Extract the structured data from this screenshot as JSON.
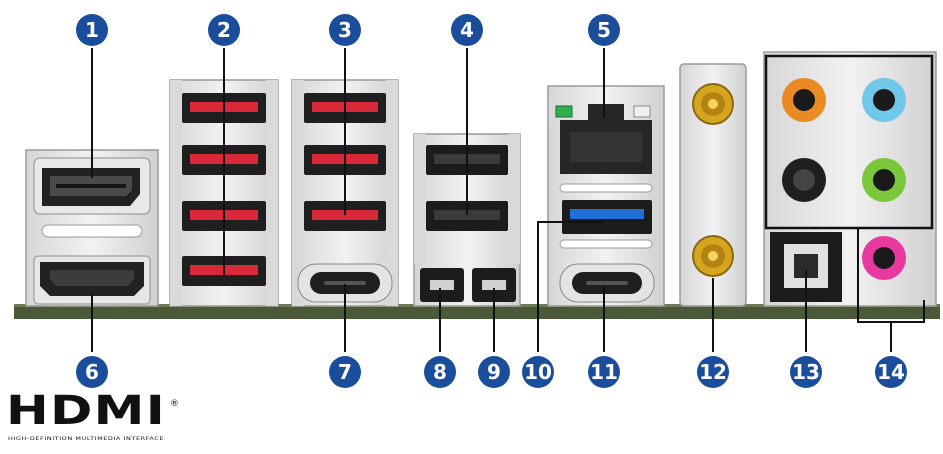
{
  "callouts": {
    "c1": "1",
    "c2": "2",
    "c3": "3",
    "c4": "4",
    "c5": "5",
    "c6": "6",
    "c7": "7",
    "c8": "8",
    "c9": "9",
    "c10": "10",
    "c11": "11",
    "c12": "12",
    "c13": "13",
    "c14": "14"
  },
  "logo": {
    "wordmark": "HDMI",
    "tagline": "HIGH-DEFINITION MULTIMEDIA INTERFACE",
    "registered": "®"
  },
  "colors": {
    "callout": "#1a4e9c",
    "board": "#4a5a38",
    "usb_red": "#d8283a",
    "usb_blue": "#1e6fd6",
    "usb_black": "#1c1c1c",
    "led_green": "#2bb24c",
    "gold": "#d6a520",
    "jack_orange": "#ea8a23",
    "jack_blue": "#6fc8ea",
    "jack_black": "#1f1f1f",
    "jack_green": "#7cc63c",
    "jack_pink": "#e83a9e"
  },
  "icons": [
    "display-port",
    "hdmi-port",
    "usb-a-port",
    "usb-c-port",
    "button",
    "rj45-port",
    "antenna-connector",
    "optical-spdif-port",
    "audio-jack"
  ]
}
